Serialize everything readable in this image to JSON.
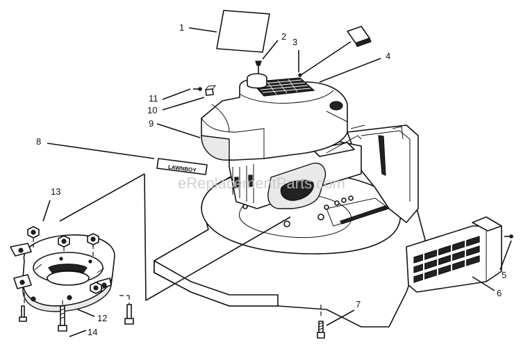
{
  "watermark": "eReplacementParts.com",
  "callouts": [
    {
      "id": "1",
      "label": "1"
    },
    {
      "id": "2",
      "label": "2"
    },
    {
      "id": "3",
      "label": "3"
    },
    {
      "id": "4",
      "label": "4"
    },
    {
      "id": "5",
      "label": "5"
    },
    {
      "id": "6",
      "label": "6"
    },
    {
      "id": "7",
      "label": "7"
    },
    {
      "id": "8",
      "label": "8"
    },
    {
      "id": "9",
      "label": "9"
    },
    {
      "id": "10",
      "label": "10"
    },
    {
      "id": "11",
      "label": "11"
    },
    {
      "id": "12",
      "label": "12"
    },
    {
      "id": "13",
      "label": "13"
    },
    {
      "id": "14",
      "label": "14"
    }
  ],
  "decal_text": "LAWNBOY"
}
